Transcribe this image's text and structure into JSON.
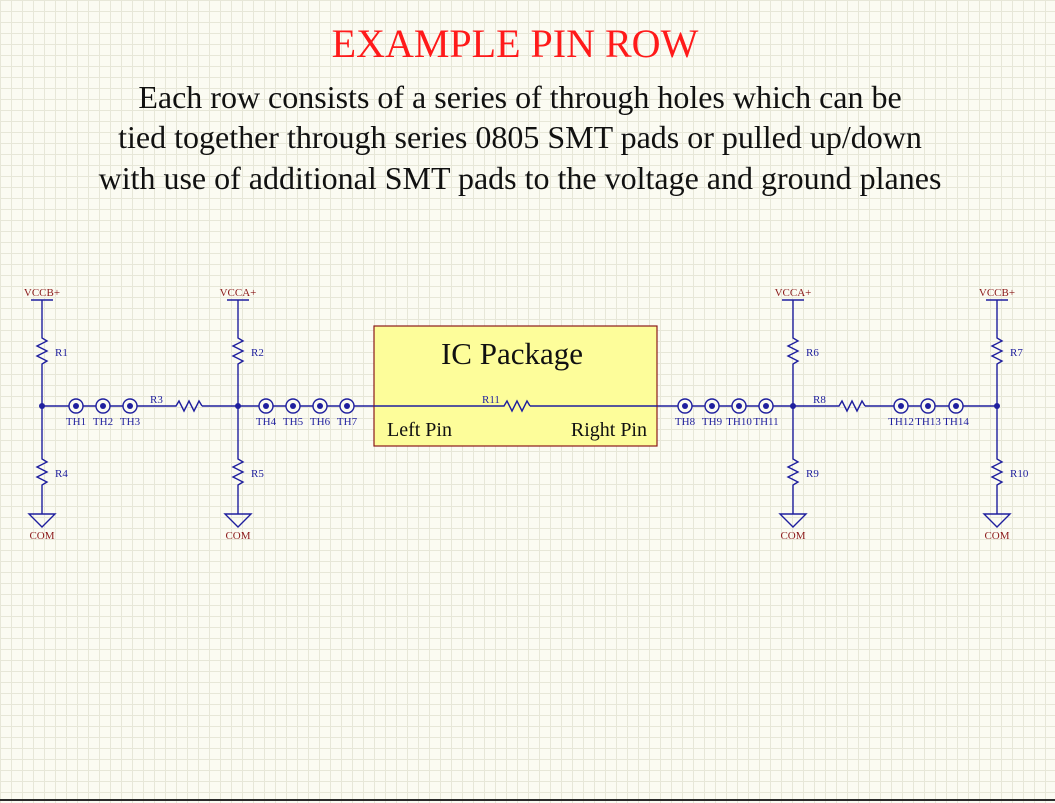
{
  "title": "EXAMPLE PIN ROW",
  "description": [
    "Each row consists of a series of through holes which can be",
    "tied together through series 0805 SMT pads or pulled up/down",
    "with use of additional SMT pads to the voltage and ground planes"
  ],
  "colors": {
    "title": "#ff1a1a",
    "wire": "#1f1f9e",
    "power_label": "#8b1a1a",
    "ref_label": "#1f1f9e",
    "component_body": "#fdfd9a",
    "component_border": "#8b1a1a"
  },
  "ic": {
    "name": "IC Package",
    "left_pin": "Left Pin",
    "right_pin": "Right Pin"
  },
  "power": {
    "p1": "VCCB+",
    "p2": "VCCA+",
    "p3": "VCCA+",
    "p4": "VCCB+"
  },
  "ground": {
    "g1": "COM",
    "g2": "COM",
    "g3": "COM",
    "g4": "COM"
  },
  "resistors": {
    "r1": "R1",
    "r2": "R2",
    "r3": "R3",
    "r4": "R4",
    "r5": "R5",
    "r6": "R6",
    "r7": "R7",
    "r8": "R8",
    "r9": "R9",
    "r10": "R10",
    "r11": "R11"
  },
  "through_holes": [
    "TH1",
    "TH2",
    "TH3",
    "TH4",
    "TH5",
    "TH6",
    "TH7",
    "TH8",
    "TH9",
    "TH10",
    "TH11",
    "TH12",
    "TH13",
    "TH14"
  ]
}
